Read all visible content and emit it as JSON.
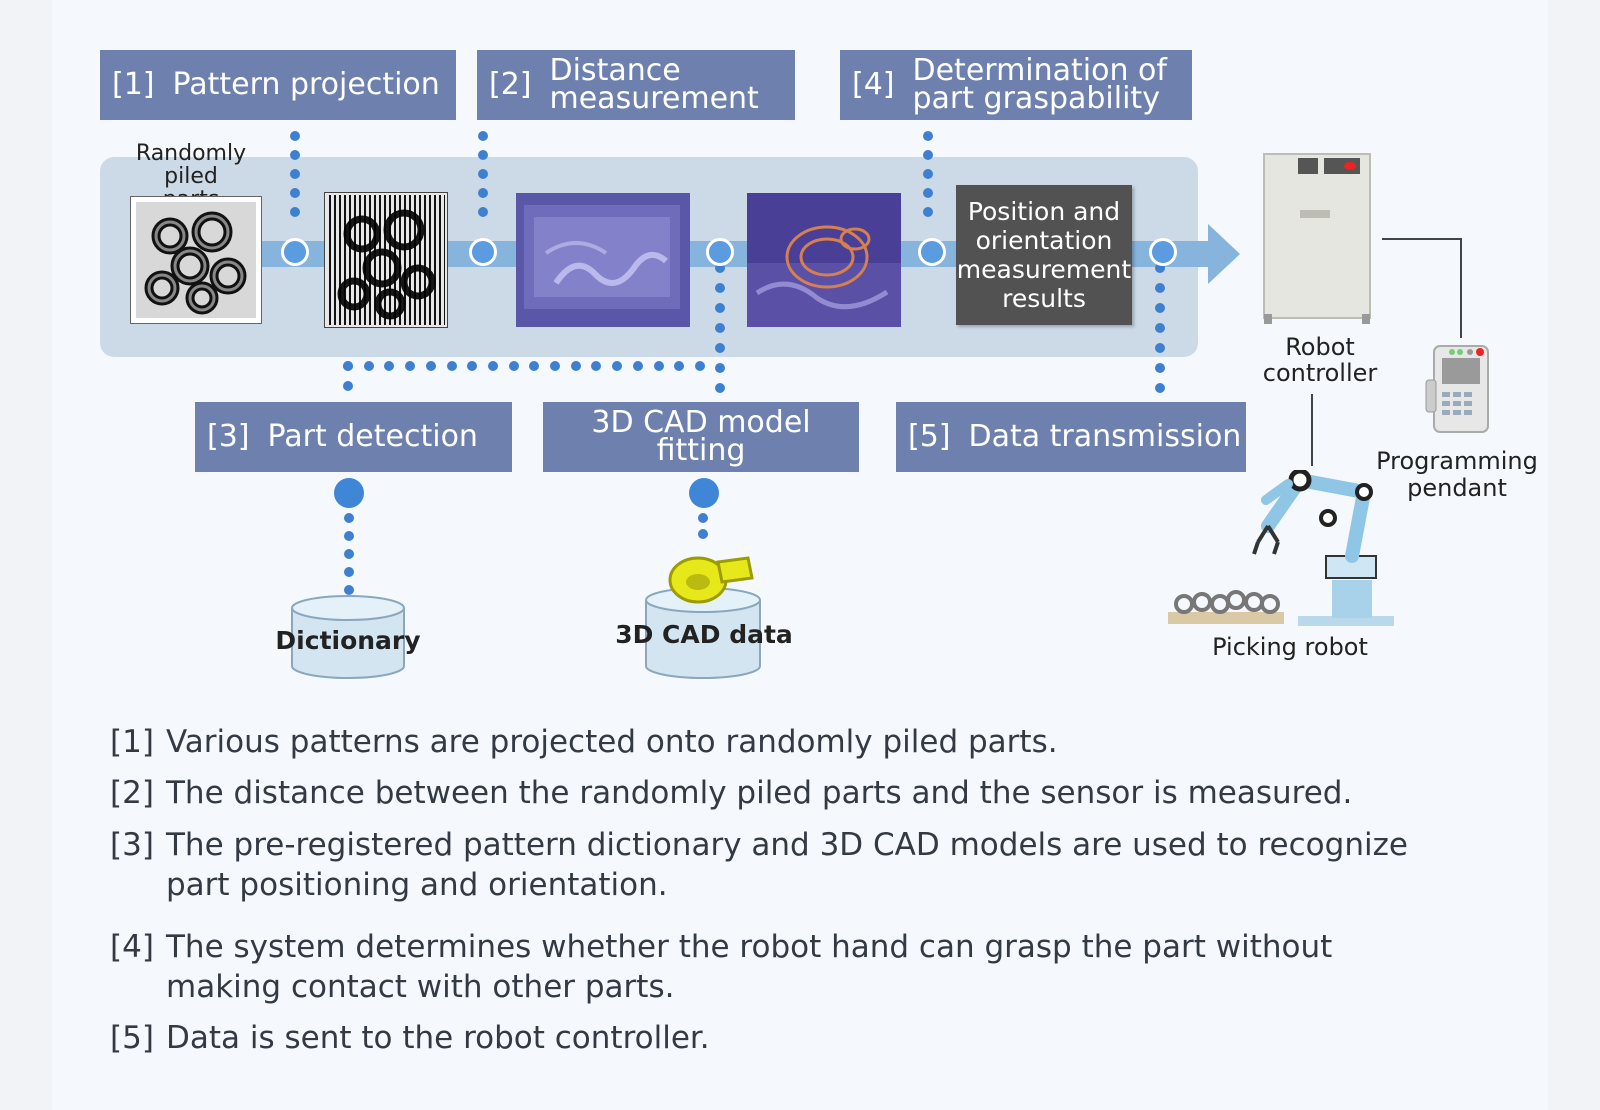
{
  "steps": {
    "s1": {
      "num": "[1]",
      "label": "Pattern projection"
    },
    "s2": {
      "num": "[2]",
      "line1": "Distance",
      "line2": "measurement"
    },
    "s3": {
      "num": "[3]",
      "label": "Part detection"
    },
    "fit": {
      "line1": "3D CAD model",
      "line2": "fitting"
    },
    "s4": {
      "num": "[4]",
      "line1": "Determination of",
      "line2": "part graspability"
    },
    "s5": {
      "num": "[5]",
      "label": "Data transmission"
    }
  },
  "labels": {
    "randomly_piled_line1": "Randomly piled",
    "randomly_piled_line2": "parts",
    "result_line1": "Position and",
    "result_line2": "orientation",
    "result_line3": "measurement",
    "result_line4": "results",
    "dictionary": "Dictionary",
    "cad_data": "3D CAD data",
    "robot_controller_line1": "Robot",
    "robot_controller_line2": "controller",
    "pendant_line1": "Programming",
    "pendant_line2": "pendant",
    "picking_robot": "Picking robot"
  },
  "descriptions": [
    {
      "tag": "[1]",
      "text": "Various patterns are projected onto randomly piled parts."
    },
    {
      "tag": "[2]",
      "text": "The distance between the randomly piled parts and the sensor is measured."
    },
    {
      "tag": "[3]",
      "text": "The pre-registered pattern dictionary and 3D CAD models are used to recognize",
      "text2": "part positioning and orientation."
    },
    {
      "tag": "[4]",
      "text": "The system determines whether the robot hand can grasp the part without",
      "text2": "making contact with other parts."
    },
    {
      "tag": "[5]",
      "text": "Data is sent to the robot controller."
    }
  ],
  "colors": {
    "step_box": "#6e80ad",
    "flow_band": "#ccdae8",
    "arrow": "#86b4dc",
    "dot": "#3f7fd0",
    "result_box": "#525252"
  }
}
